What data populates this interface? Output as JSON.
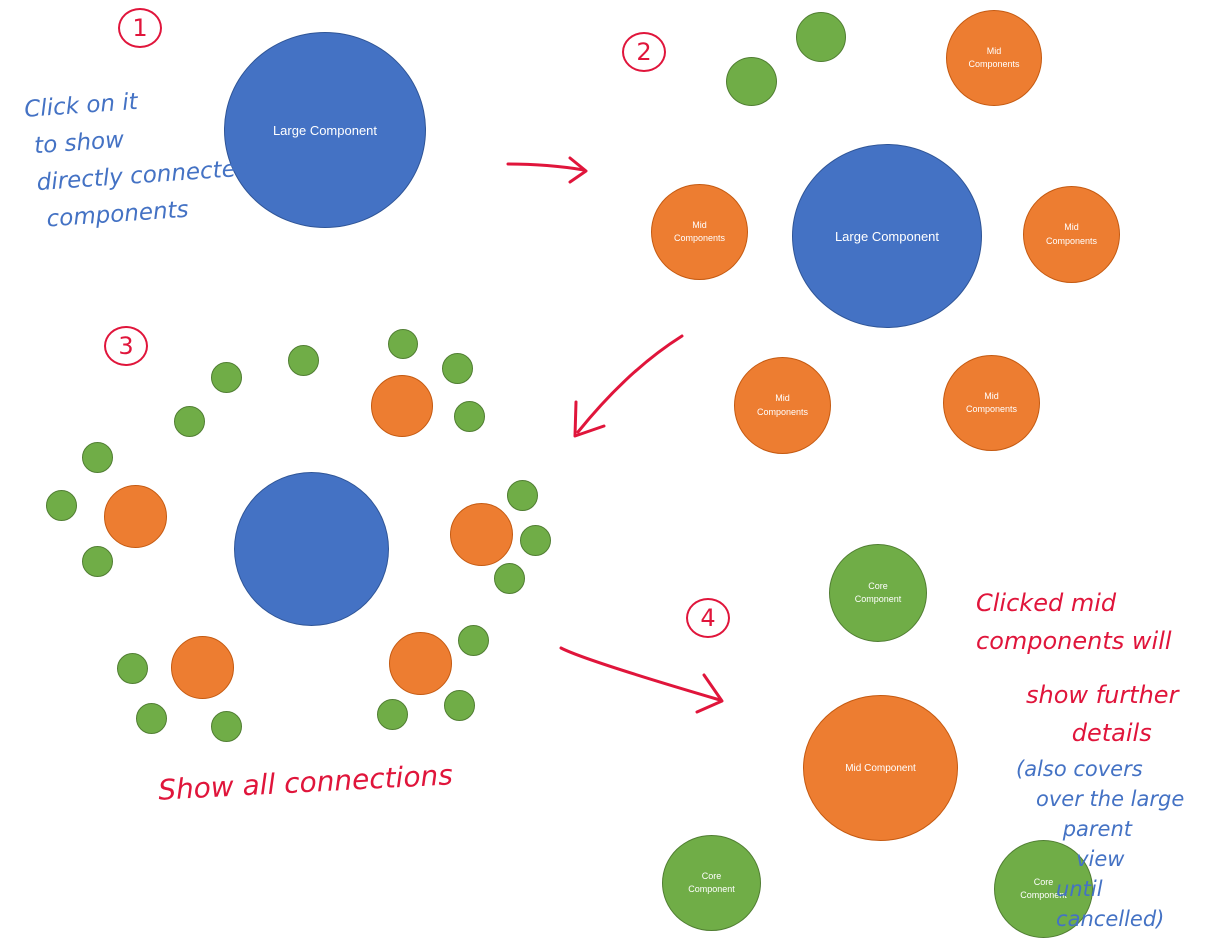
{
  "colors": {
    "large": "#4472c4",
    "mid": "#ed7d31",
    "core": "#70ad47",
    "annotation_blue": "#4472c4",
    "annotation_red": "#e0153b"
  },
  "steps": [
    "1",
    "2",
    "3",
    "4"
  ],
  "labels": {
    "large_component": "Large Component",
    "mid_components": "Mid\nComponents",
    "mid_component": "Mid Component",
    "core_component": "Core\nComponent"
  },
  "notes": {
    "step1_note": "Click on it\n to show\n directly connected\n  components",
    "step3_note": "Show all connections",
    "step4_note_a": "Clicked mid\ncomponents will",
    "step4_note_b": "show further\n      details",
    "step4_note_c": "(also covers\n   over the large\n       parent\n         view\n      until\n      cancelled)"
  },
  "icons": {
    "arrows": "arrow-icon"
  }
}
